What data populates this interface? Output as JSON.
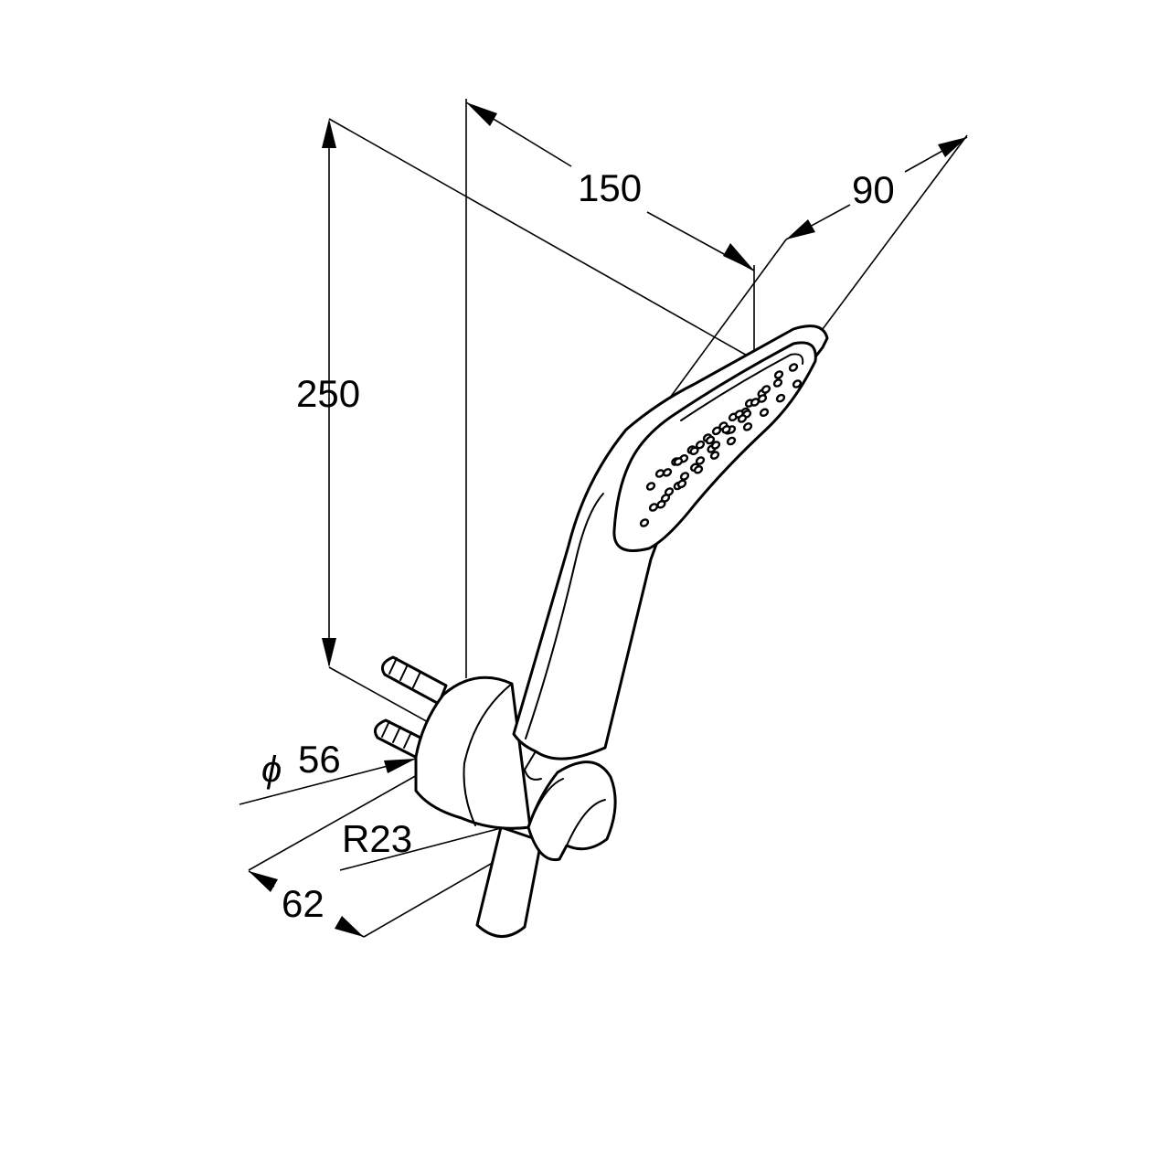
{
  "dimensions": {
    "height": "250",
    "reach": "150",
    "head_width": "90",
    "bracket_diameter": "56",
    "diameter_symbol": "ϕ",
    "bracket_radius": "R23",
    "bracket_depth": "62"
  },
  "colors": {
    "line": "#000000",
    "background": "#ffffff"
  }
}
